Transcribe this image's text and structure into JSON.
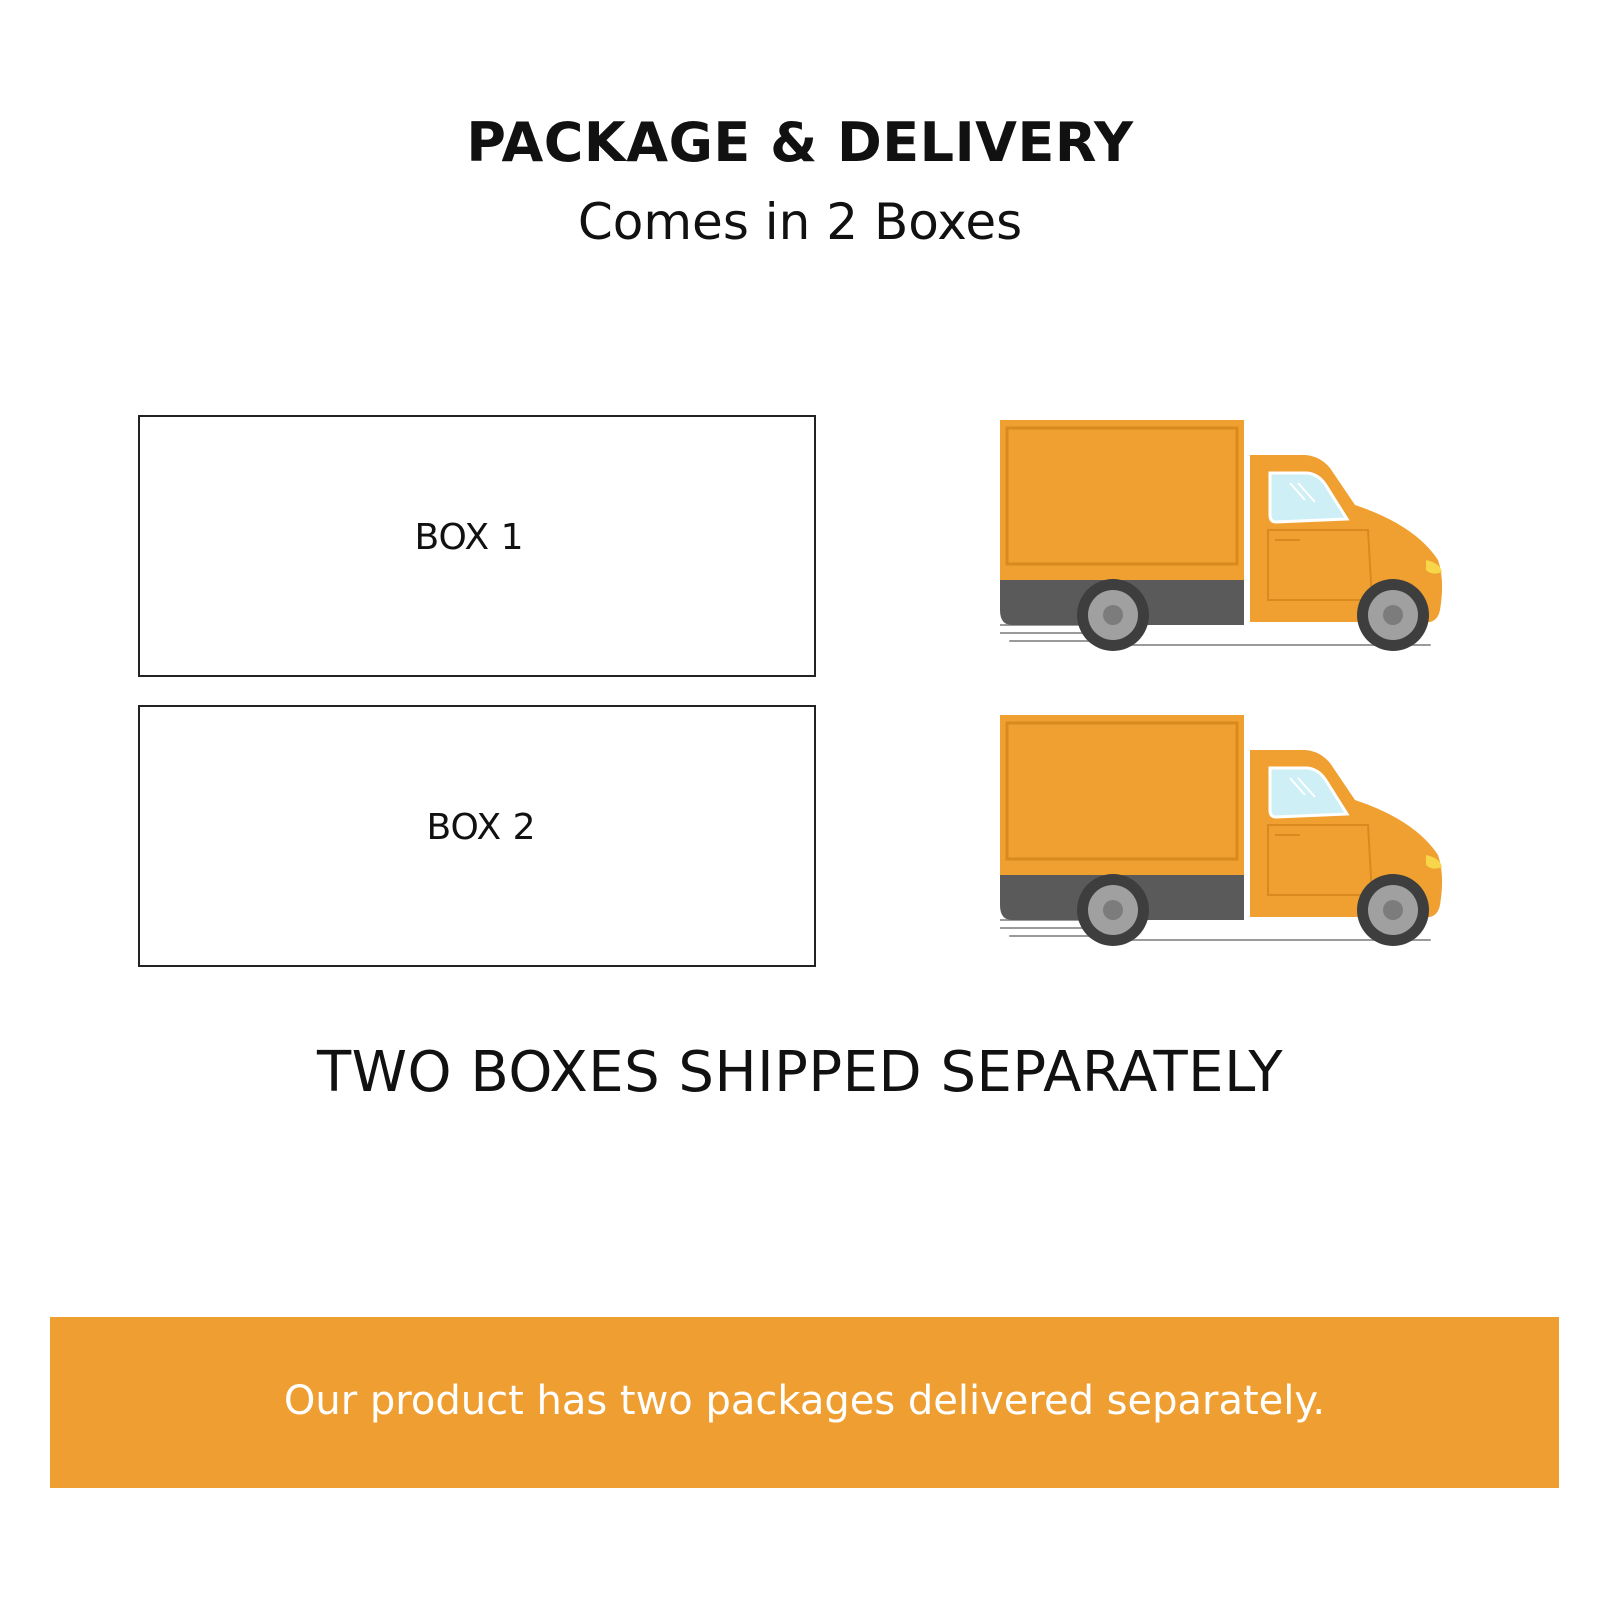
{
  "header": {
    "title": "PACKAGE & DELIVERY",
    "subtitle": "Comes in 2 Boxes"
  },
  "boxes": [
    {
      "label": "BOX 1"
    },
    {
      "label": "BOX 2"
    }
  ],
  "trucks": [
    {
      "icon": "delivery-truck-icon"
    },
    {
      "icon": "delivery-truck-icon"
    }
  ],
  "shipping_note": "TWO BOXES SHIPPED SEPARATELY",
  "banner": {
    "text": "Our product has two packages delivered separately."
  },
  "colors": {
    "accent_orange": "#EF9F32",
    "truck_body": "#F0A030",
    "truck_shadow": "#E08A1E",
    "truck_base": "#5A5A5A",
    "window": "#CDEFF5",
    "wheel": "#3E3E3E"
  }
}
